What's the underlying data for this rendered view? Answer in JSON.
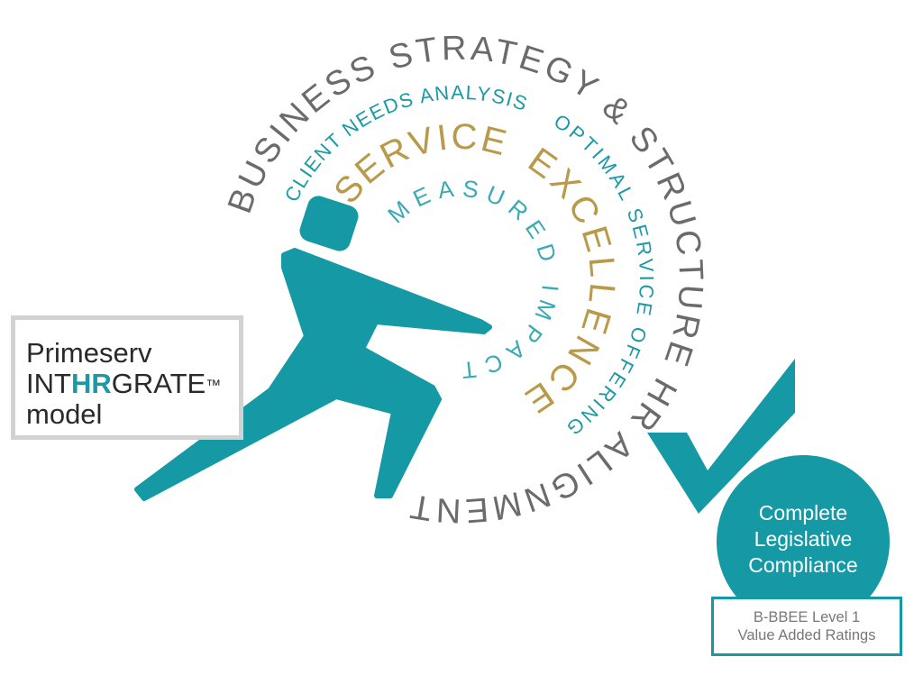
{
  "rings": {
    "outer": "BUSINESS STRATEGY & STRUCTURE HR ALIGNMENT",
    "client": "CLIENT NEEDS ANALYSIS",
    "optimal": "OPTIMAL SERVICE OFFERING",
    "service": "SERVICE",
    "excellence": "EXCELLENCE",
    "measured": "MEASURED IMPACT"
  },
  "model_box": {
    "line1": "Primeserv",
    "line2_pre": "INT",
    "line2_hr": "HR",
    "line2_post": "GRATE",
    "tm": "™",
    "line3": "model"
  },
  "compliance": {
    "line1": "Complete",
    "line2": "Legislative",
    "line3": "Compliance"
  },
  "rating": {
    "line1": "B-BBEE Level 1",
    "line2": "Value Added Ratings"
  },
  "colors": {
    "teal": "#1599a5",
    "gold": "#b99a4a",
    "gray": "#6b6b6b"
  }
}
